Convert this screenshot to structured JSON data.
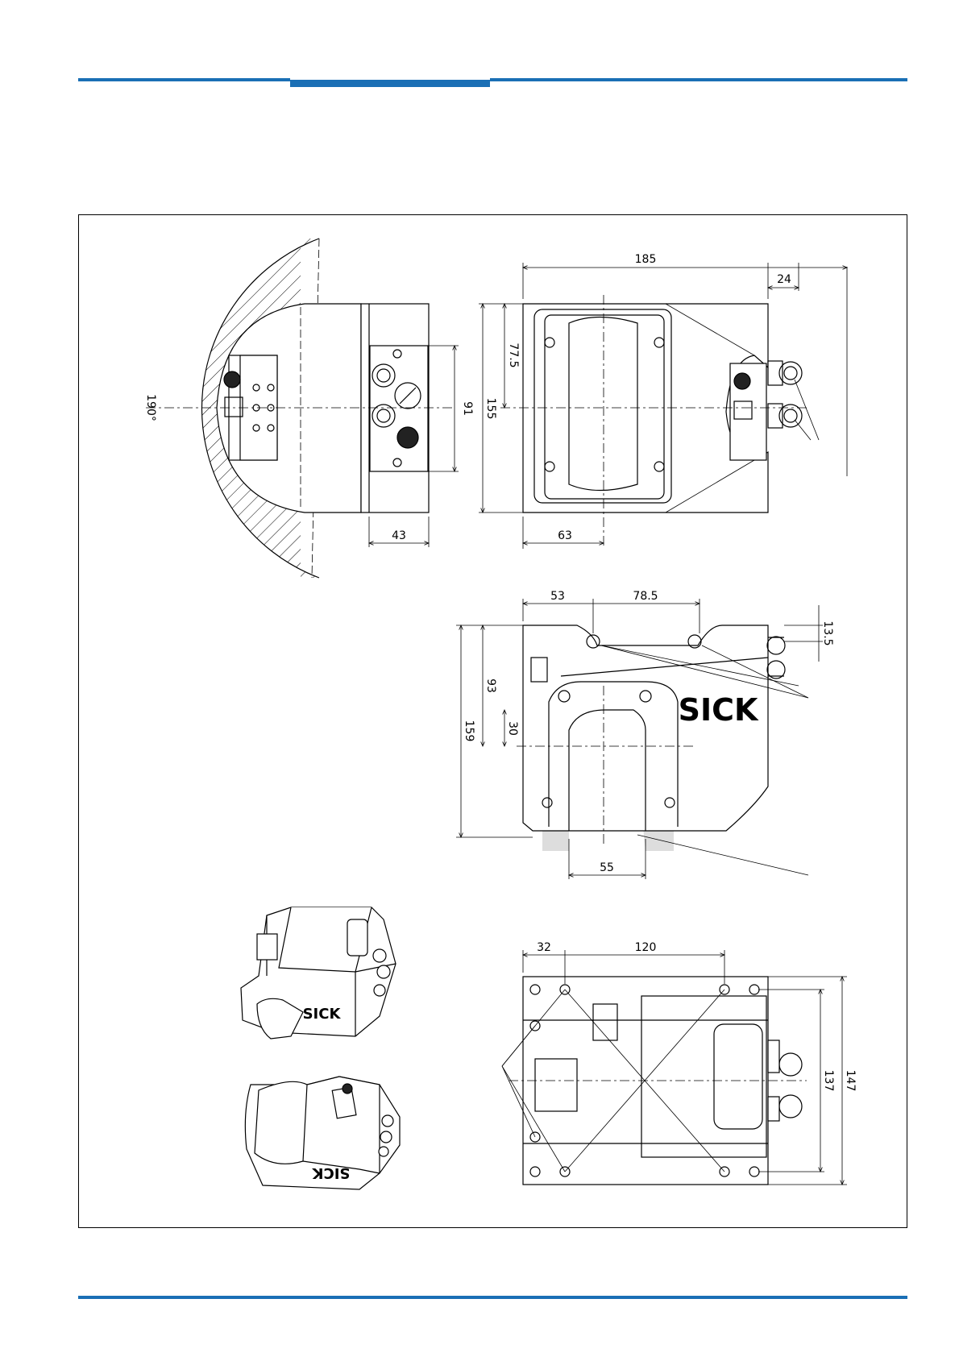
{
  "header": {
    "rule_color": "#1a6fb5"
  },
  "footer": {
    "rule_color": "#1a6fb5"
  },
  "drawing": {
    "front_view": {
      "angle_label": "190°",
      "dim_depth": "43",
      "dim_connector_height": "91"
    },
    "top_view": {
      "dim_width": "185",
      "dim_connector": "24",
      "dim_half_height": "77.5",
      "dim_height": "155",
      "dim_offset": "63"
    },
    "side_view": {
      "dim_left": "53",
      "dim_hole_spacing": "78.5",
      "dim_top": "13.5",
      "dim_upper": "93",
      "dim_total": "159",
      "dim_window": "30",
      "dim_window_width": "55",
      "label_text": "SICK"
    },
    "bottom_view": {
      "dim_left": "32",
      "dim_hole_spacing": "120",
      "dim_inner": "137",
      "dim_outer": "147"
    },
    "iso_views": {
      "logo_text": "SICK"
    }
  }
}
